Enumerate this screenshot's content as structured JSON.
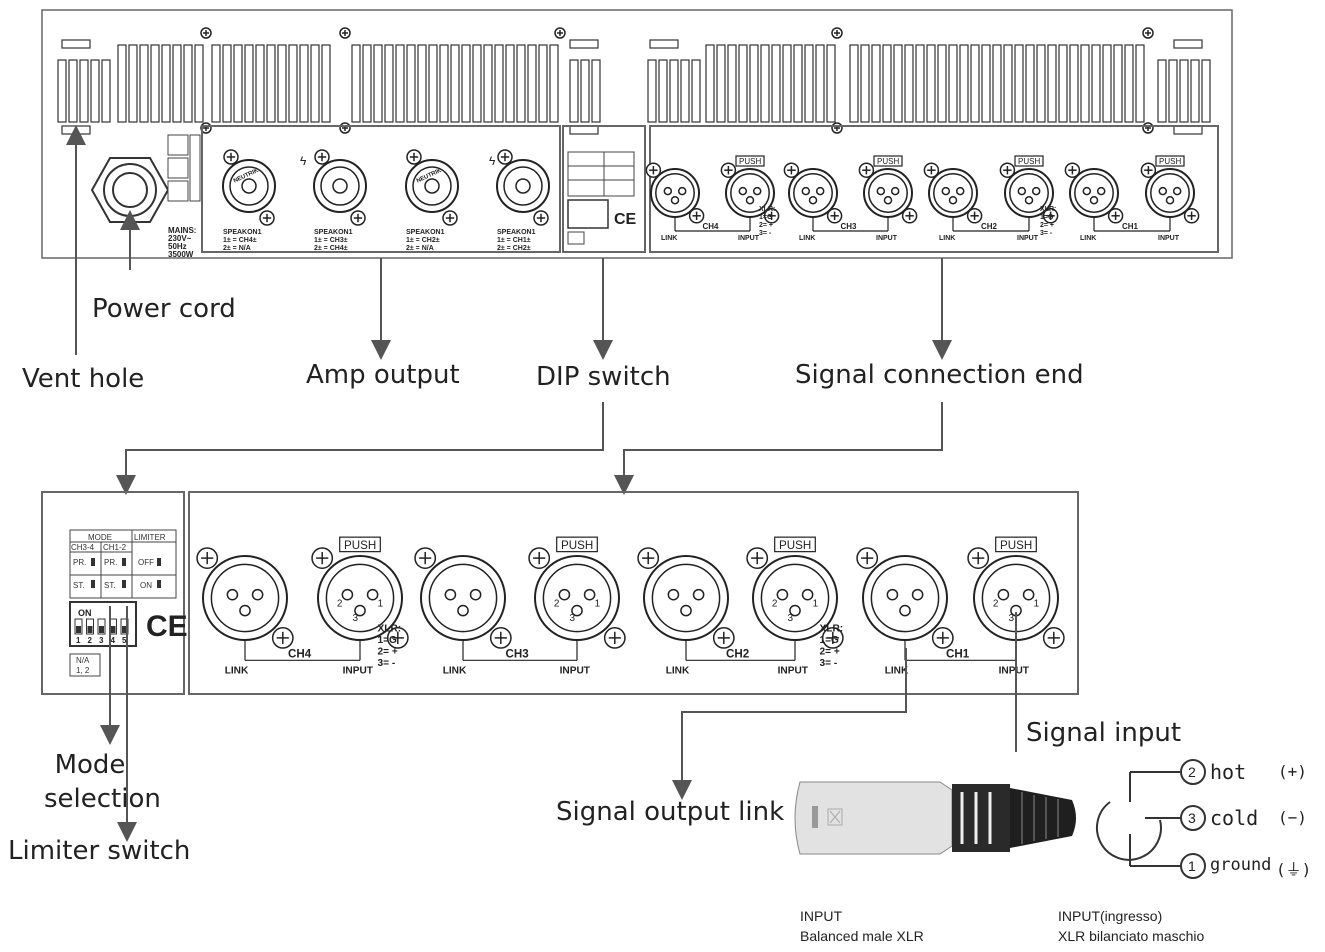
{
  "callouts": {
    "power_cord": "Power cord",
    "vent_hole": "Vent hole",
    "amp_output": "Amp output",
    "dip_switch": "DIP switch",
    "signal_connection_end": "Signal connection end",
    "mode_selection_line1": "Mode",
    "mode_selection_line2": "selection",
    "limiter_switch": "Limiter switch",
    "signal_output_link": "Signal output link",
    "signal_input": "Signal input"
  },
  "pinout": {
    "pin2_num": "2",
    "pin2_name": "hot",
    "pin2_sign": "(+)",
    "pin3_num": "3",
    "pin3_name": "cold",
    "pin3_sign": "(−)",
    "pin1_num": "1",
    "pin1_name": "ground",
    "pin1_sign": "(⏚)"
  },
  "notes": {
    "input_en": "INPUT",
    "input_en_desc": "Balanced male XLR",
    "input_it": "INPUT(ingresso)",
    "input_it_desc": "XLR bilanciato maschio"
  },
  "panel": {
    "mains_label": "MAINS:",
    "mains_voltage": "230V~",
    "mains_freq": "50Hz",
    "mains_power": "3500W",
    "speakon_title": "SPEAKON1",
    "speakon": [
      {
        "l1": "1± = CH4±",
        "l2": "2± = N/A"
      },
      {
        "l1": "1± = CH3±",
        "l2": "2± = CH4±"
      },
      {
        "l1": "1± = CH2±",
        "l2": "2± = N/A"
      },
      {
        "l1": "1± = CH1±",
        "l2": "2± = CH2±"
      }
    ],
    "neutrik": "NEUTRIK",
    "channels": [
      "CH4",
      "CH3",
      "CH2",
      "CH1"
    ],
    "link": "LINK",
    "input": "INPUT",
    "push": "PUSH",
    "xlr_title": "XLR:",
    "xlr_pins": [
      "1=G",
      "2= +",
      "3= -"
    ],
    "mode": "MODE",
    "limiter": "LIMITER",
    "ch34": "CH3-4",
    "ch12": "CH1-2",
    "pr": "PR.",
    "st": "ST.",
    "off": "OFF",
    "on_label": "ON",
    "dip_on": "ON",
    "dip_nums": [
      "1",
      "2",
      "3",
      "4",
      "5"
    ],
    "na": "N/A",
    "na_sub": "1, 2",
    "ce": "CE",
    "pin_marks": [
      "2",
      "1",
      "3"
    ]
  }
}
